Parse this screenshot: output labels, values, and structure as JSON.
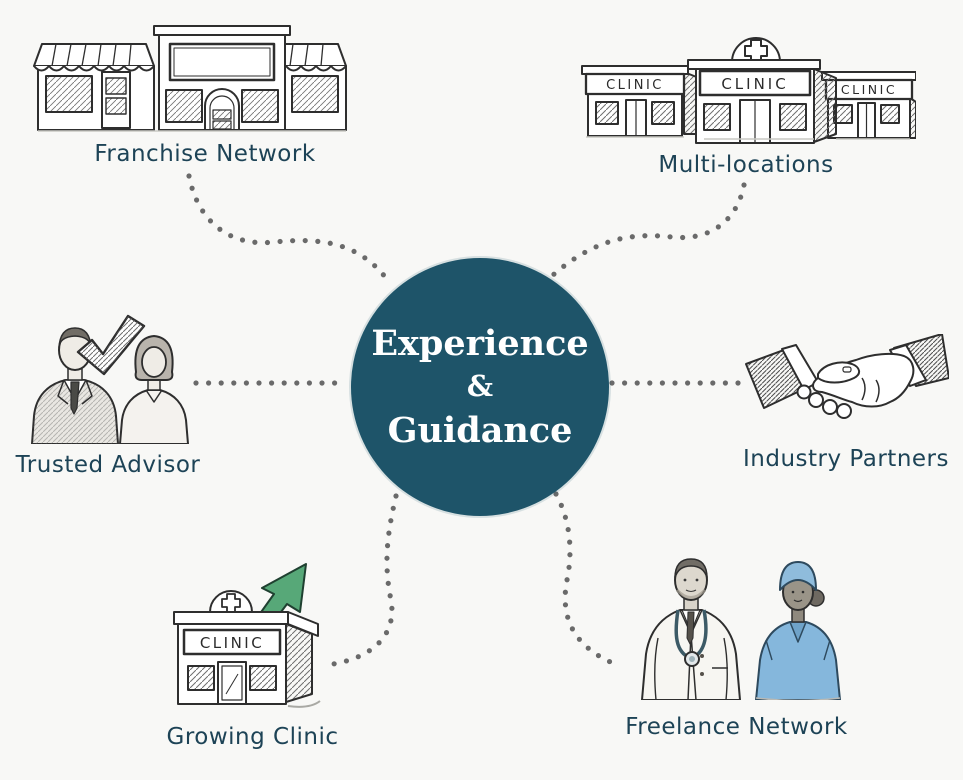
{
  "diagram_title": "Experience & Guidance network diagram",
  "center": {
    "line1": "Experience",
    "line2": "&",
    "line3": "Guidance",
    "bg_color": "#1e5469",
    "text_color": "#ffffff"
  },
  "nodes": {
    "franchise": {
      "label": "Franchise Network",
      "icon": "storefront-icon",
      "position": "top-left"
    },
    "multi_locations": {
      "label": "Multi-locations",
      "icon": "clinic-buildings-icon",
      "position": "top-right"
    },
    "trusted_advisor": {
      "label": "Trusted Advisor",
      "icon": "advisors-checkmark-icon",
      "position": "left"
    },
    "industry_partners": {
      "label": "Industry Partners",
      "icon": "handshake-icon",
      "position": "right"
    },
    "growing_clinic": {
      "label": "Growing Clinic",
      "icon": "clinic-growth-arrow-icon",
      "position": "bottom-left"
    },
    "freelance": {
      "label": "Freelance Network",
      "icon": "doctor-nurse-icon",
      "position": "bottom-right"
    }
  },
  "signs": {
    "clinic": "CLINIC"
  },
  "colors": {
    "background": "#f8f8f6",
    "label_text": "#1d4356",
    "connector_dots": "#6a6a6a",
    "sketch_outline": "#2e2e2e",
    "arrow_green": "#57a878",
    "scrubs_blue": "#85b7dc",
    "cap_blue": "#8fbcdc"
  }
}
